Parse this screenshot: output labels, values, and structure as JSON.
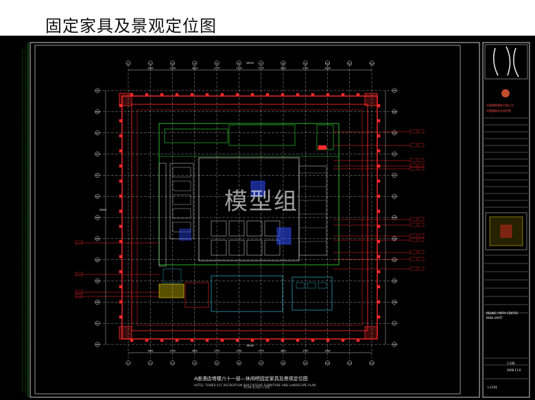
{
  "header": {
    "title": "固定家具及景观定位图"
  },
  "watermark": "模型组",
  "sheet": {
    "title": "A座酒店塔楼六十一层—休闲吧固定家具及景观定位图",
    "title_en": "HOTEL TOWER 61F RECREATION BAR FIXTURE FURNITURE AND LANDSCAPE PLAN",
    "scale": "PLAN SCALE 1:100"
  },
  "grid": {
    "top_labels": [
      "A1",
      "A2",
      "A3",
      "A4",
      "A5",
      "A6",
      "A7",
      "A8",
      "A9",
      "A10",
      "A11",
      "A12"
    ],
    "dims_top": [
      "2900",
      "2700",
      "3825",
      "2775",
      "2700",
      "2775",
      "3825",
      "2700",
      "2900"
    ],
    "total_top": "28900",
    "left_labels": [
      "AX",
      "AW",
      "AV",
      "AU",
      "AT",
      "AS",
      "AR",
      "AQ",
      "AP",
      "AN",
      "AM",
      "AL",
      "AK"
    ],
    "total_left": "28900"
  },
  "title_block": {
    "company_1": "中国建筑装饰工程公司",
    "company_2": "中国建筑设计研究院",
    "project_1": "BEIJING YINTAI CENTRE",
    "project_2": "PARK HYATT",
    "scale_label": "1:100",
    "date": "2006.11.6",
    "sheet_no": "L-C101"
  },
  "colors": {
    "background": "#000000",
    "primary_line": "#ff2a2a",
    "secondary_line": "#33e633",
    "grid_white": "#ffffff",
    "furniture_white": "#e6e6e6",
    "accent_blue": "#2d4dff",
    "accent_cyan": "#33d9ff",
    "accent_yellow": "#ffe600"
  }
}
